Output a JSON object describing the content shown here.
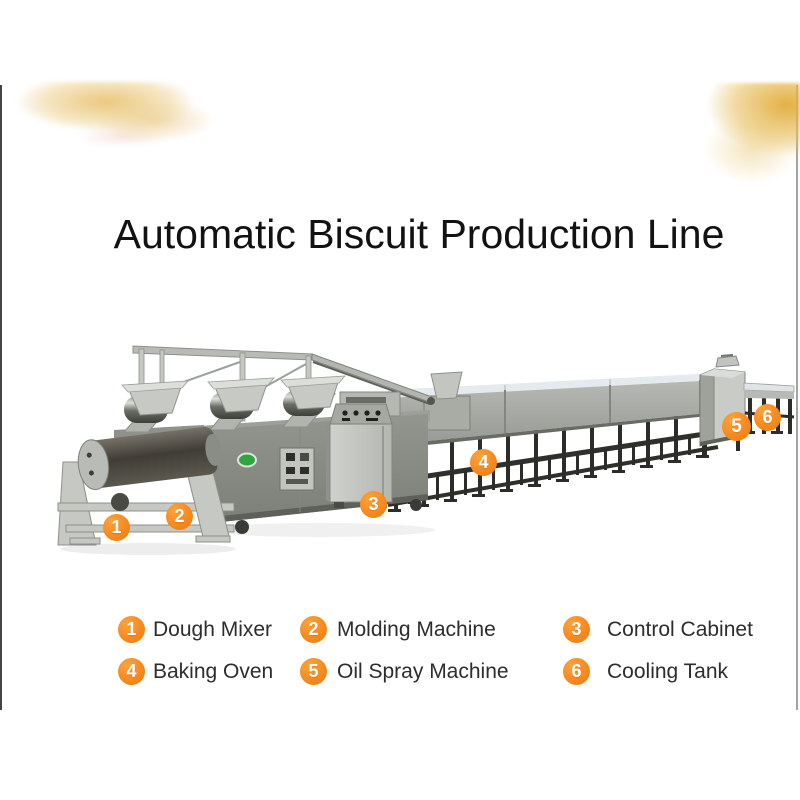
{
  "title": "Automatic Biscuit Production Line",
  "items": [
    {
      "number": "1",
      "label": "Dough Mixer"
    },
    {
      "number": "2",
      "label": "Molding Machine"
    },
    {
      "number": "3",
      "label": "Control Cabinet"
    },
    {
      "number": "4",
      "label": "Baking Oven"
    },
    {
      "number": "5",
      "label": "Oil Spray Machine"
    },
    {
      "number": "6",
      "label": "Cooling Tank"
    }
  ],
  "colors": {
    "badge_orange": "#f6871f",
    "badge_number": "#ffffff",
    "title_text": "#121212",
    "legend_text": "#2d2d2d",
    "frame_line_left": "#454545",
    "frame_line_right": "#a3a3a3",
    "smudge_gold": "#e2ac3a",
    "machine_gray": "#9b9e99"
  }
}
